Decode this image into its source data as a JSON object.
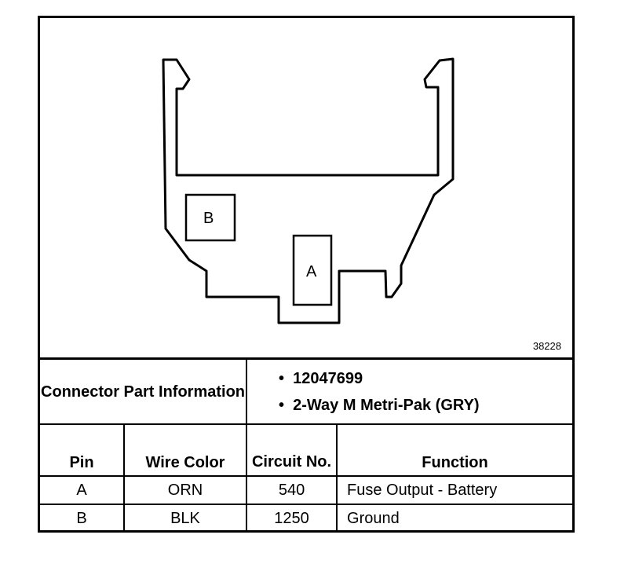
{
  "figure_number": "38228",
  "pins_diagram": {
    "pin_a": "A",
    "pin_b": "B"
  },
  "connector_info": {
    "label": "Connector Part Information",
    "part_number": "12047699",
    "description": "2-Way M Metri-Pak (GRY)"
  },
  "table": {
    "headers": {
      "pin": "Pin",
      "wire_color": "Wire Color",
      "circuit_no": "Circuit No.",
      "function": "Function"
    },
    "rows": [
      {
        "pin": "A",
        "wire_color": "ORN",
        "circuit": "540",
        "function": "Fuse Output - Battery"
      },
      {
        "pin": "B",
        "wire_color": "BLK",
        "circuit": "1250",
        "function": "Ground"
      }
    ]
  }
}
